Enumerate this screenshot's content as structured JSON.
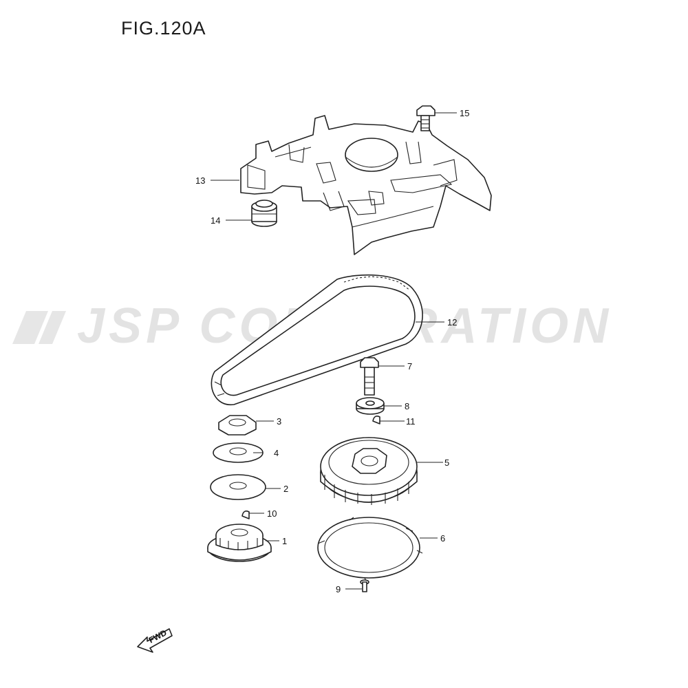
{
  "figure": {
    "title": "FIG.120A",
    "watermark": "JSP CORPORATION",
    "direction_label": "FWD"
  },
  "parts": [
    {
      "id": "1",
      "label": "1"
    },
    {
      "id": "2",
      "label": "2"
    },
    {
      "id": "3",
      "label": "3"
    },
    {
      "id": "4",
      "label": "4"
    },
    {
      "id": "5",
      "label": "5"
    },
    {
      "id": "6",
      "label": "6"
    },
    {
      "id": "7",
      "label": "7"
    },
    {
      "id": "8",
      "label": "8"
    },
    {
      "id": "9",
      "label": "9"
    },
    {
      "id": "10",
      "label": "10"
    },
    {
      "id": "11",
      "label": "11"
    },
    {
      "id": "12",
      "label": "12"
    },
    {
      "id": "13",
      "label": "13"
    },
    {
      "id": "14",
      "label": "14"
    },
    {
      "id": "15",
      "label": "15"
    }
  ]
}
